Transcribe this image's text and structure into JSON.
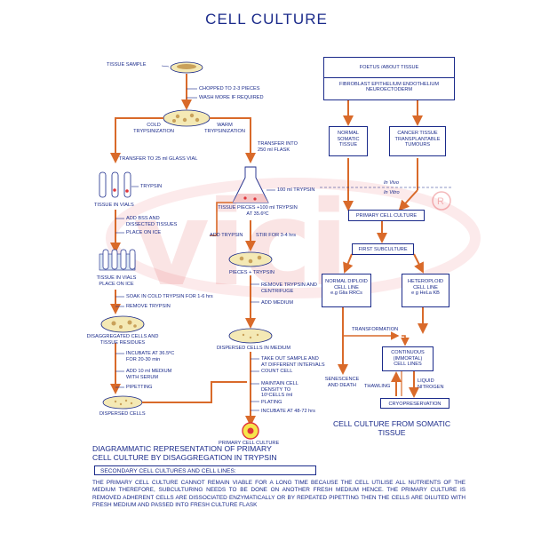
{
  "title": "CELL CULTURE",
  "watermark": "vici",
  "colors": {
    "ink": "#1a2a8a",
    "arrow": "#d96a2a",
    "dish": "#f4e9b5",
    "cells": "#c9a15a"
  },
  "left": {
    "tissue_sample": "TISSUE SAMPLE",
    "chopped": "CHOPPED TO 2-3 PIECES",
    "wash": "WASH MORE IF REQUIRED",
    "cold_1": "COLD",
    "cold_2": "TRYPSINIZATION",
    "warm_1": "WARM",
    "warm_2": "TRYPSINIZATION",
    "transfer_vial": "TRANSFER TO 25 ml GLASS VIAL",
    "trypsin": "TRYPSIN",
    "tissue_in_vials": "TISSUE IN VIALS",
    "add_bss_1": "ADD BSS AND",
    "add_bss_2": "DISSECTED TISSUES",
    "place_on_ice": "PLACE ON ICE",
    "vials_ice_1": "TISSUE IN VIALS",
    "vials_ice_2": "PLACE ON ICE",
    "soak": "SOAK IN COLD TRYPSIN FOR 1-6 hrs",
    "remove_trypsin": "REMOVE TRYPSIN",
    "disagg_1": "DISAGGREGATED CELLS AND",
    "disagg_2": "TISSUE RESIDUES",
    "incubate_1": "INCUBATE AT 36.5ºC",
    "incubate_2": "FOR 20-30 min",
    "add_medium_1": "ADD 10 ml MEDIUM",
    "add_medium_2": "WITH SERUM",
    "pipetting": "PIPETTING",
    "dispersed_cells": "DISPERSED CELLS"
  },
  "middle": {
    "transfer_flask_1": "TRANSFER INTO",
    "transfer_flask_2": "250 ml FLASK",
    "trypsin_100": "100 ml TRYPSIN",
    "tissue_pieces_1": "TISSUE PIECES +100 ml TRYPSIN",
    "tissue_pieces_2": "AT 35.6ºC",
    "add_trypsin": "ADD TRYPSIN",
    "stir": "STIR FOR 3-4 hrs",
    "pieces_trypsin": "PIECES + TRYPSIN",
    "remove_centrifuge_1": "REMOVE TRYPSIN AND",
    "remove_centrifuge_2": "CENTRIFUGE",
    "add_medium": "ADD MEDIUM",
    "dispersed_medium": "DISPERSED CELLS IN MEDIUM",
    "take_out_1": "TAKE OUT SAMPLE AND",
    "take_out_2": "AT DIFFERENT INTERVALS",
    "count_cell": "COUNT CELL",
    "maintain_1": "MAINTAIN CELL",
    "maintain_2": "DENSITY TO",
    "maintain_3": "10⁵CELLS /ml",
    "plating": "PLATING",
    "incubate": "INCUBATE AT 48-72 hrs",
    "primary_culture": "PRIMARY CELL CULTURE"
  },
  "right": {
    "foetus": "FOETUS /ABOUT TISSUE",
    "fibroblast_1": "FIBROBLAST   EPITHELIUM  ENDOTHELIUM",
    "fibroblast_2": "NEUROECTODERM",
    "normal_1": "NORMAL",
    "normal_2": "SOMATIC",
    "normal_3": "TISSUE",
    "cancer_1": "CANCER TISSUE",
    "cancer_2": "TRANSPLANTABLE",
    "cancer_3": "TUMOURS",
    "in_vivo": "In Vivo",
    "in_vitro": "In Vitro",
    "primary_box": "PRIMARY CELL  CULTURE",
    "first_sub": "FIRST SUBCULTURE",
    "diploid_1": "NORMAL DIPLOID",
    "diploid_2": "CELL LINE",
    "diploid_3": "e.g Glia   RRCs",
    "heteroploid_1": "HETEROPLOID",
    "heteroploid_2": "CELL LINE",
    "heteroploid_3": "e g HeLa    KB",
    "transformation": "TRANSFORMATION",
    "continuous_1": "CONTINUOUS",
    "continuous_2": "(IMMORTAL)",
    "continuous_3": "CELL LINES",
    "senescence_1": "SENESCENCE",
    "senescence_2": "AND DEATH",
    "thawling": "THAWLING",
    "liquid_1": "LIQUID",
    "liquid_2": "NITROGEN",
    "cryo": "CRYOPRESERVATION",
    "from_somatic_1": "CELL CULTURE FROM SOMATIC",
    "from_somatic_2": "TISSUE"
  },
  "bottom": {
    "diag_1": "DIAGRAMMATIC REPRESENTATION OF PRIMARY",
    "diag_2": "CELL CULTURE BY DISAGGREGATION IN TRYPSIN",
    "secondary": "SECONDARY CELL CULTURES AND CELL LINES:",
    "paragraph": "THE PRIMARY CELL CULTURE CANNOT REMAIN VIABLE FOR A LONG TIME BECAUSE THE CELL UTILISE ALL NUTRIENTS OF THE MEDIUM   THEREFORE, SUBCULTURING NEEDS TO BE DONE ON ANOTHER FRESH MEDIUM HENCE. THE PRIMARY CULTURE IS REMOVED  ADHERENT CELLS ARE DISSOCIATED ENZYMATICALLY OR BY REPEATED PIPETTING   THEN THE CELLS ARE DILUTED WITH FRESH MEDIUM AND PASSED INTO FRESH CULTURE FLASK"
  }
}
